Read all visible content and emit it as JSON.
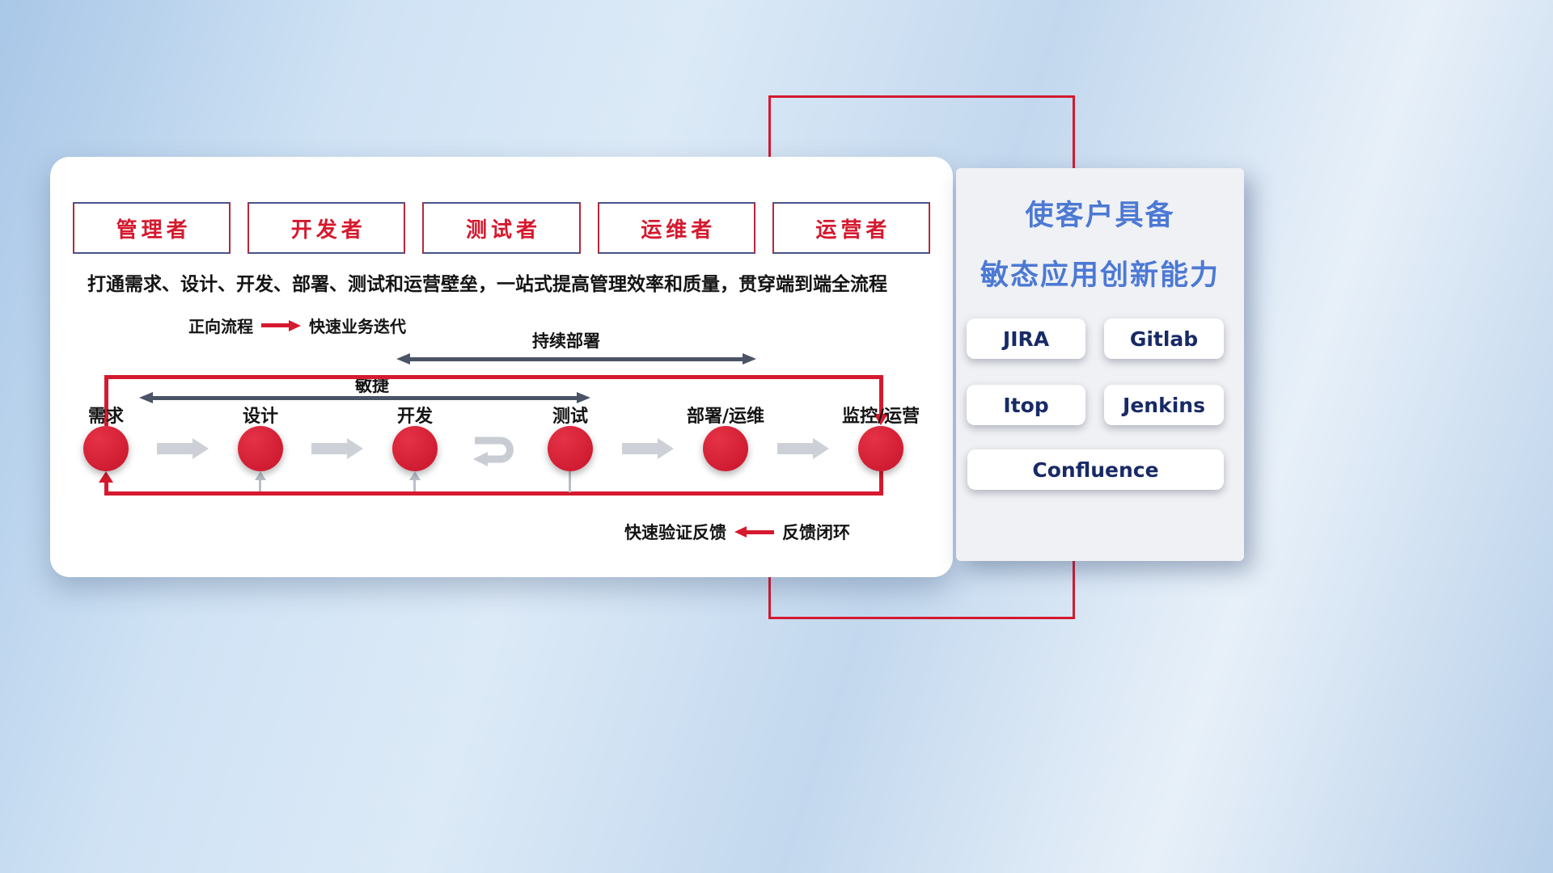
{
  "roles": [
    "管理者",
    "开发者",
    "测试者",
    "运维者",
    "运营者"
  ],
  "subtitle": "打通需求、设计、开发、部署、测试和运营壁垒，一站式提高管理效率和质量，贯穿端到端全流程",
  "legends": {
    "forward_label": "正向流程",
    "forward_desc": "快速业务迭代",
    "feedback_desc": "快速验证反馈",
    "feedback_label": "反馈闭环"
  },
  "flow": {
    "agile_label": "敏捷",
    "cd_label": "持续部署",
    "stages": [
      "需求",
      "设计",
      "开发",
      "测试",
      "部署/运维",
      "监控/运营"
    ]
  },
  "panel": {
    "title_line1": "使客户具备",
    "title_line2": "敏态应用创新能力",
    "tools": [
      "JIRA",
      "Gitlab",
      "Itop",
      "Jenkins",
      "Confluence"
    ]
  },
  "colors": {
    "accent_red": "#d5192e",
    "arrow_gray": "#cdd1d7",
    "dark_slate": "#4a5466",
    "panel_title_blue": "#4c79d4",
    "tool_text_navy": "#182a66"
  }
}
